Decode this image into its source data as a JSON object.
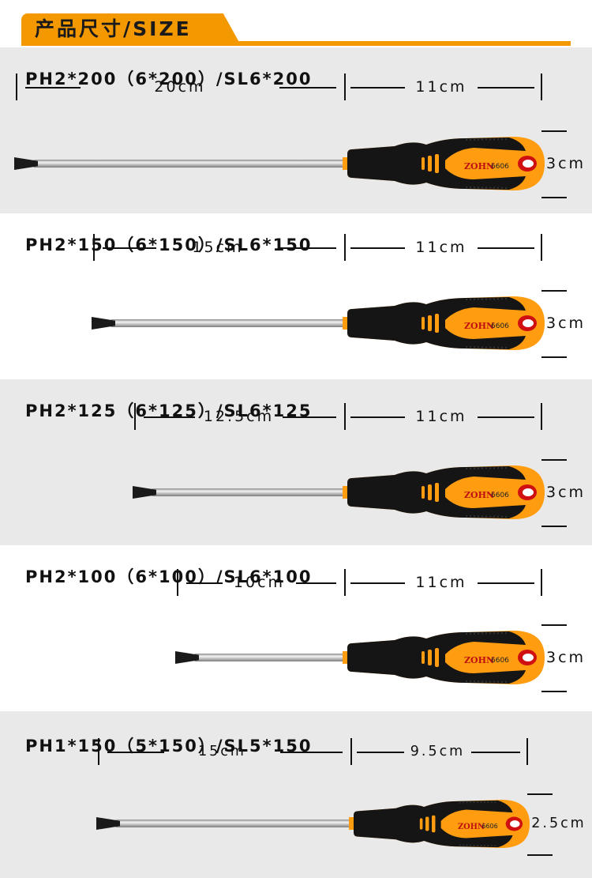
{
  "header": {
    "title": "产品尺寸/SIZE"
  },
  "colors": {
    "accent": "#f49800",
    "handle_orange": "#ff9c0f",
    "handle_black": "#151515",
    "logo_red": "#d01010"
  },
  "brand": {
    "logo": "ZOHN",
    "handle_code": "6606"
  },
  "items": [
    {
      "model": "PH2*200（6*200）/SL6*200",
      "shaft_label": "20cm",
      "handle_label": "11cm",
      "diameter_label": "3cm",
      "shaft_length_cm": 20,
      "handle_length_cm": 11,
      "diameter_cm": 3
    },
    {
      "model": "PH2*150（6*150）/SL6*150",
      "shaft_label": "15cm",
      "handle_label": "11cm",
      "diameter_label": "3cm",
      "shaft_length_cm": 15,
      "handle_length_cm": 11,
      "diameter_cm": 3
    },
    {
      "model": "PH2*125（6*125）/SL6*125",
      "shaft_label": "12.5cm",
      "handle_label": "11cm",
      "diameter_label": "3cm",
      "shaft_length_cm": 12.5,
      "handle_length_cm": 11,
      "diameter_cm": 3
    },
    {
      "model": "PH2*100（6*100）/SL6*100",
      "shaft_label": "10cm",
      "handle_label": "11cm",
      "diameter_label": "3cm",
      "shaft_length_cm": 10,
      "handle_length_cm": 11,
      "diameter_cm": 3
    },
    {
      "model": "PH1*150（5*150）/SL5*150",
      "shaft_label": "15cm",
      "handle_label": "9.5cm",
      "diameter_label": "2.5cm",
      "shaft_length_cm": 15,
      "handle_length_cm": 9.5,
      "diameter_cm": 2.5
    }
  ]
}
